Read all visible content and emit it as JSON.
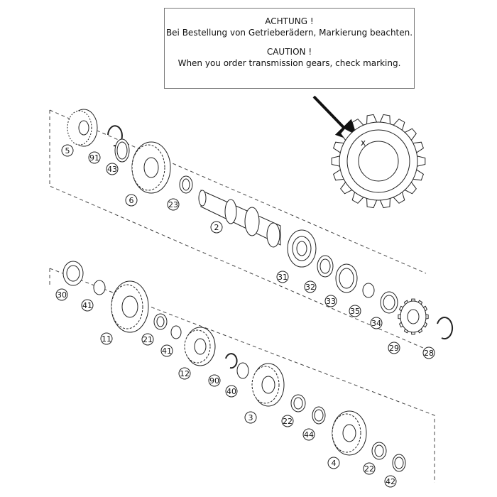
{
  "notice": {
    "de_title": "ACHTUNG !",
    "de_text": "Bei Bestellung von Getrieberädern, Markierung beachten.",
    "en_title": "CAUTION !",
    "en_text": "When you order transmission gears, check marking."
  },
  "marking_symbol": "x",
  "colors": {
    "line": "#222222",
    "dash": "#444444",
    "fill": "#ffffff",
    "box_border": "#777777"
  },
  "callouts": {
    "c5": "5",
    "c91": "91",
    "c43": "43",
    "c6": "6",
    "c23": "23",
    "c2": "2",
    "c31": "31",
    "c32": "32",
    "c33": "33",
    "c35": "35",
    "c34": "34",
    "c29": "29",
    "c28": "28",
    "c30": "30",
    "c41a": "41",
    "c11": "11",
    "c21": "21",
    "c41b": "41",
    "c12": "12",
    "c90": "90",
    "c40": "40",
    "c3": "3",
    "c22a": "22",
    "c44": "44",
    "c4": "4",
    "c22b": "22",
    "c42": "42"
  }
}
